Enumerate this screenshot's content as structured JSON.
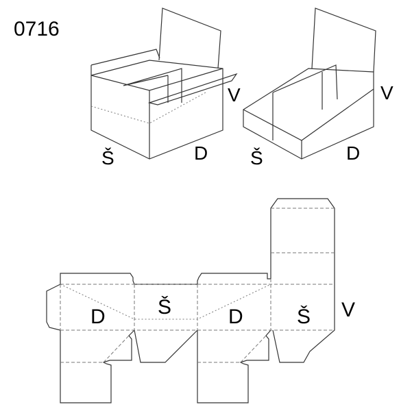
{
  "code": "0716",
  "labels": {
    "length": "D",
    "width": "Š",
    "height": "V"
  }
}
